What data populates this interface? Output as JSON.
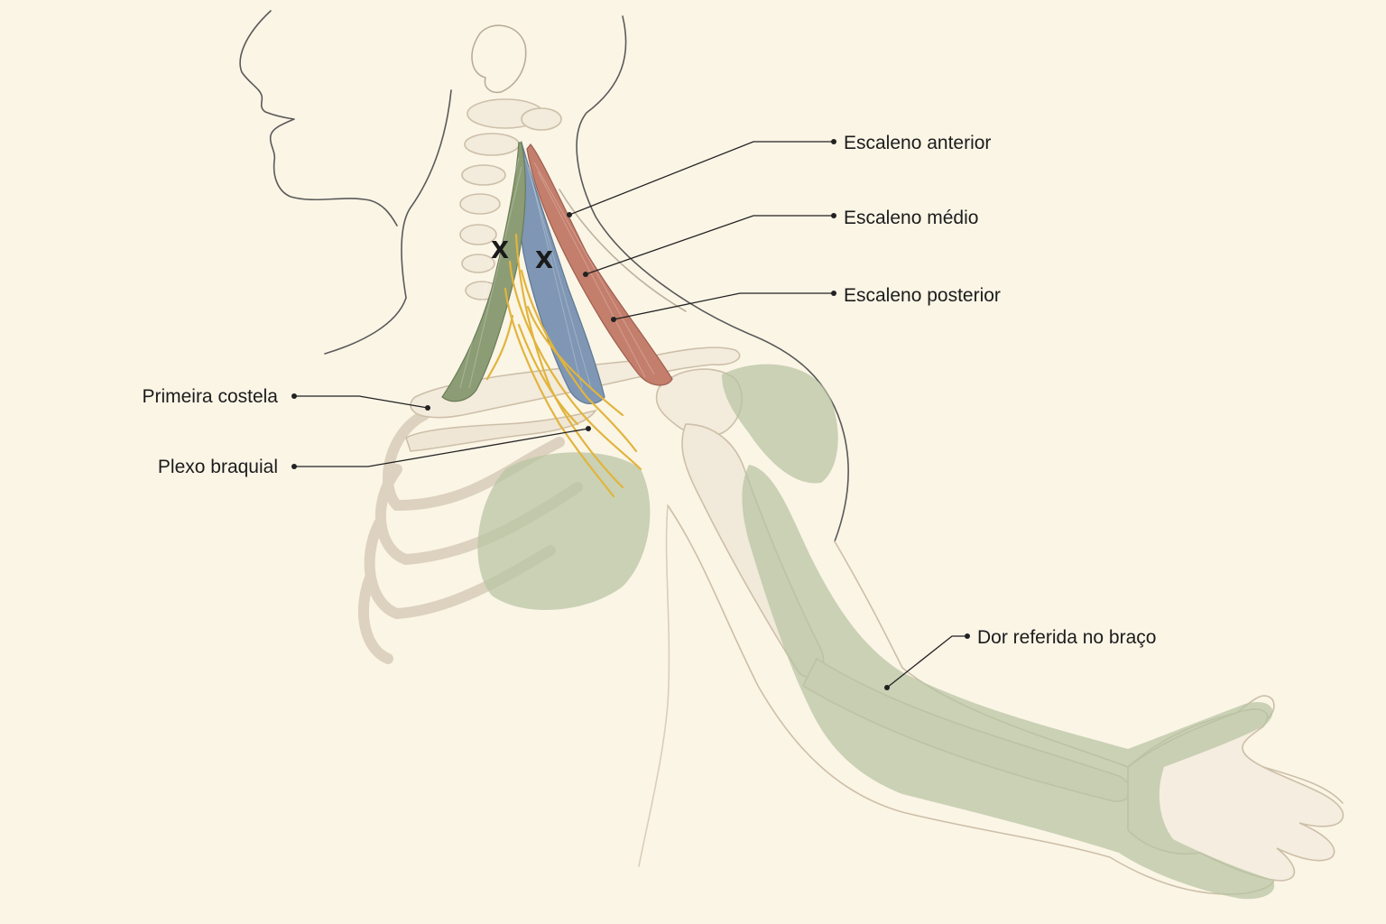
{
  "labels": {
    "anterior": "Escaleno anterior",
    "medio": "Escaleno médio",
    "posterior": "Escaleno posterior",
    "costela": "Primeira costela",
    "plexo": "Plexo braquial",
    "dor": "Dor referida no braço"
  },
  "markers": {
    "symbol": "X"
  },
  "colors": {
    "background": "#fbf5e6",
    "escaleno_anterior_muscle": "#8c9d75",
    "escaleno_medio_muscle": "#7f97b4",
    "escaleno_posterior_muscle": "#c47e6c",
    "nerve": "#e1b43c",
    "referred_pain_area": "#b7c4a2",
    "bone": "#f3ebdc"
  }
}
